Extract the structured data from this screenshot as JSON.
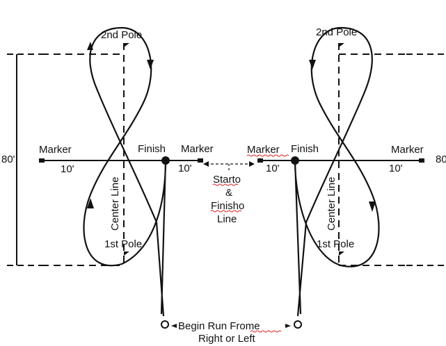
{
  "diagram": {
    "ink_color": "#111111",
    "spellcheck_underline_color": "#dd2222",
    "left_pattern": {
      "second_pole": "2nd Pole",
      "first_pole": "1st Pole",
      "center_line": "Center Line",
      "finish": "Finish",
      "marker_left": "Marker",
      "marker_right": "Marker",
      "spacing_left": "10'",
      "spacing_right": "10'",
      "length": "80'"
    },
    "right_pattern": {
      "second_pole": "2nd Pole",
      "first_pole": "1st Pole",
      "center_line": "Center Line",
      "finish": "Finish",
      "marker_left": "Marker",
      "marker_right": "Marker",
      "spacing_left": "10'",
      "spacing_right": "10'",
      "length": "80'"
    },
    "start_finish": {
      "line1": "Starto",
      "line2": "&",
      "line3": "Finisho",
      "line4": "Line"
    },
    "begin_run": {
      "line1": "Begin Run Frome",
      "line2": "Right or Left"
    }
  }
}
